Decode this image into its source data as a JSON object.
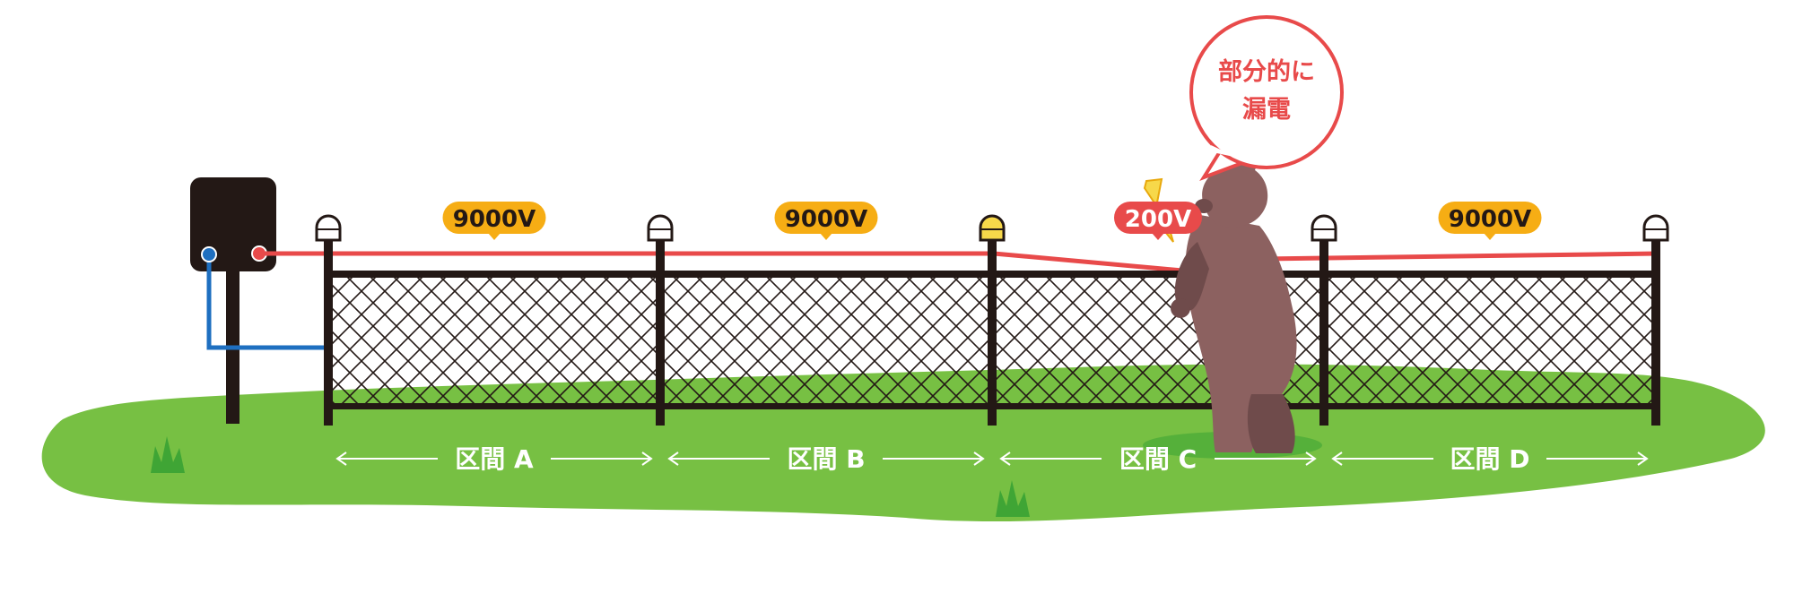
{
  "colors": {
    "ground": "#77c043",
    "ground_dark": "#3fa535",
    "fence": "#231815",
    "wire_live": "#e84a4a",
    "wire_ground": "#1e6fc0",
    "badge_normal": "#f6ad14",
    "badge_leak": "#e84a4a",
    "insulator_normal": "#ffffff",
    "insulator_leak": "#f7d84a",
    "bear": "#8c6160",
    "bear_dark": "#6f4b4b",
    "energizer": "#231815",
    "bubble": "#e84a4a"
  },
  "sections": [
    {
      "label": "区間 A",
      "voltage": "9000V",
      "status": "normal"
    },
    {
      "label": "区間 B",
      "voltage": "9000V",
      "status": "normal"
    },
    {
      "label": "区間 C",
      "voltage": "200V",
      "status": "leak"
    },
    {
      "label": "区間 D",
      "voltage": "9000V",
      "status": "normal"
    }
  ],
  "bubble": {
    "line1": "部分的に",
    "line2": "漏電"
  },
  "icons": [
    "energizer-box-icon",
    "bear-icon",
    "lightning-icon",
    "grass-icon"
  ]
}
